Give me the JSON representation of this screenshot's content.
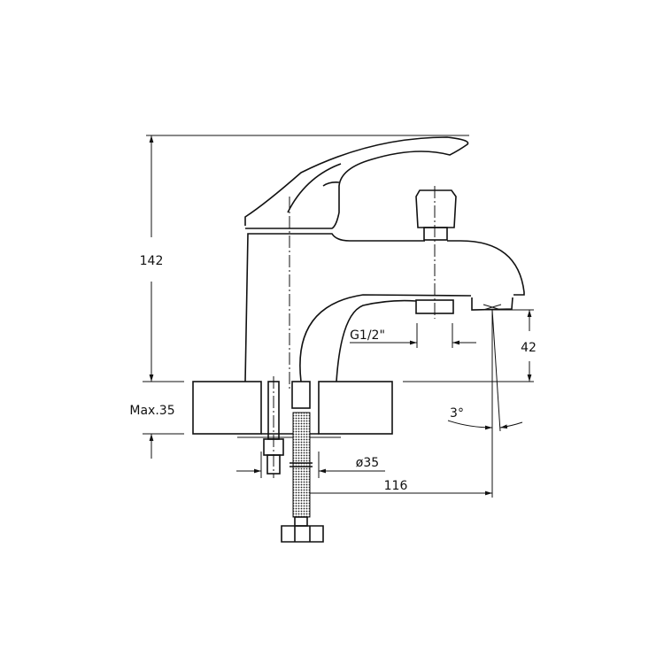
{
  "drawing": {
    "dimensions": {
      "height_total": "142",
      "deck_max": "Max.35",
      "thread": "G1/2\"",
      "spout_height": "42",
      "angle": "3°",
      "hole_diameter": "ø35",
      "spout_reach": "116"
    },
    "line_color": "#111111"
  }
}
